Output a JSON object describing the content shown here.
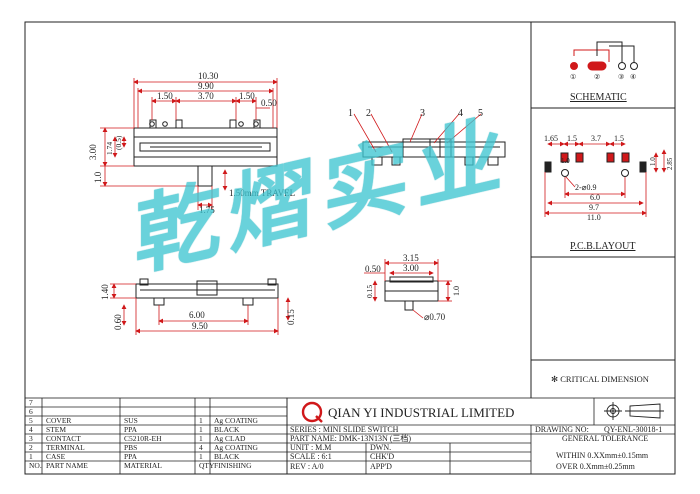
{
  "top_view": {
    "overall_width": "10.30",
    "rail_width": "9.90",
    "pitch_left": "1.50",
    "center_span": "3.70",
    "pitch_right": "1.50",
    "pin_width": "0.50",
    "height_total": "3.00",
    "dim_a": "1.74",
    "dim_b": "(0.5)",
    "knob_height": "1.0",
    "travel_note": "1.50mm TRAVEL",
    "knob_width": "1.75"
  },
  "front_view": {
    "callouts": [
      "1",
      "2",
      "3",
      "4",
      "5"
    ]
  },
  "bottom_view": {
    "height": "1.40",
    "post_span": "6.00",
    "body_length": "9.50",
    "left_dim": "0.60",
    "right_dim": "0.15"
  },
  "side_view": {
    "depth": "3.15",
    "width_upper": "3.00",
    "dim_left": "0.50",
    "dim_height_left": "0.15",
    "dim_height_right": "1.0",
    "post_dia": "⌀0.70"
  },
  "schematic": {
    "title": "SCHEMATIC"
  },
  "pcb_layout": {
    "title": "P.C.B.LAYOUT",
    "d1": "1.65",
    "d2": "1.5",
    "d3": "3.7",
    "d4": "1.5",
    "d5": "1.0",
    "d6": "1.0",
    "d7": "2.85",
    "d8": "2-⌀0.9",
    "d9": "6.0",
    "d10": "9.7",
    "d11": "11.0"
  },
  "critical_note": "✻ CRITICAL DIMENSION",
  "watermark": "乾熠实业",
  "bom": {
    "rows": [
      {
        "no": "7",
        "part": "",
        "material": "",
        "qty": "",
        "finish": ""
      },
      {
        "no": "6",
        "part": "",
        "material": "",
        "qty": "",
        "finish": ""
      },
      {
        "no": "5",
        "part": "COVER",
        "material": "SUS",
        "qty": "1",
        "finish": "Ag COATING"
      },
      {
        "no": "4",
        "part": "STEM",
        "material": "PPA",
        "qty": "1",
        "finish": "BLACK"
      },
      {
        "no": "3",
        "part": "CONTACT",
        "material": "C5210R-EH",
        "qty": "1",
        "finish": "Ag CLAD"
      },
      {
        "no": "2",
        "part": "TERMINAL",
        "material": "PBS",
        "qty": "4",
        "finish": "Ag COATING"
      },
      {
        "no": "1",
        "part": "CASE",
        "material": "PPA",
        "qty": "1",
        "finish": "BLACK"
      }
    ],
    "header": {
      "no": "NO.",
      "part": "PART NAME",
      "material": "MATERIAL",
      "qty": "QTY",
      "finish": "FINISHING"
    }
  },
  "title_block": {
    "logo_letter": "Q",
    "company": "QIAN YI INDUSTRIAL LIMITED",
    "series": "SERIES : MINI SLIDE SWITCH",
    "part_name": "PART NAME: DMK-13N13N (三档)",
    "unit": "UNIT : M.M",
    "scale": "SCALE : 6:1",
    "rev": "REV  : A/0",
    "dwn": "DWN.",
    "chkd": "CHK'D",
    "appd": "APP'D",
    "drawing_no_label": "DRAWING NO:",
    "drawing_no": "QY-ENL-30018-1",
    "tolerance_title": "GENERAL TOLERANCE",
    "tol_within": "WITHIN 0.XXmm±0.15mm",
    "tol_over": "OVER   0.Xmm±0.25mm"
  }
}
